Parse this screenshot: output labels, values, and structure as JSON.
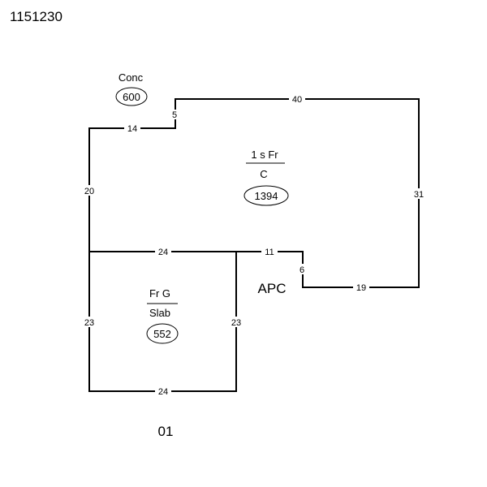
{
  "sketch_id": "1151230",
  "areas": [
    {
      "name": "Conc",
      "sqft": "600"
    },
    {
      "name_top": "1 s Fr",
      "name_bottom": "C",
      "sqft": "1394"
    },
    {
      "name_top": "Fr G",
      "name_bottom": "Slab",
      "sqft": "552"
    }
  ],
  "labels": {
    "apc": "APC",
    "card": "01"
  },
  "dimensions": {
    "top": "40",
    "step_vertical": "5",
    "step_horizontal": "14",
    "left_upper": "20",
    "right": "31",
    "middle": "24",
    "middle_right": "11",
    "notch": "6",
    "bottom_right": "19",
    "left_lower": "23",
    "garage_right": "23",
    "garage_bottom": "24"
  }
}
